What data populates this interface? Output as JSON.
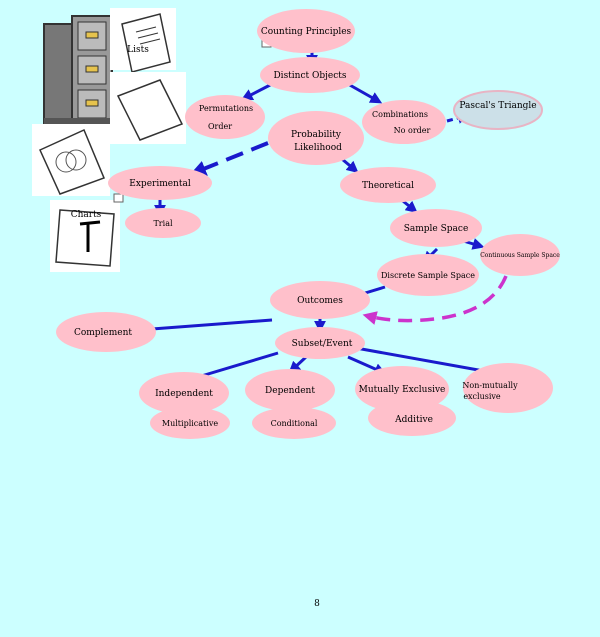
{
  "nodes": {
    "counting_principles": "Counting Principles",
    "lists": "Lists",
    "distinct_objects": "Distinct Objects",
    "permutations": "Permutations",
    "order": "Order",
    "combinations": "Combinations",
    "no_order": "No order",
    "pascals_triangle": "Pascal's Triangle",
    "probability_line1": "Probability",
    "probability_line2": "Likelihood",
    "experimental": "Experimental",
    "theoretical": "Theoretical",
    "charts": "Charts",
    "trial": "Trial",
    "sample_space": "Sample Space",
    "continuous_sample_space": "Continuous Sample Space",
    "discrete_sample_space": "Discrete Sample Space",
    "outcomes": "Outcomes",
    "complement": "Complement",
    "subset_event": "Subset/Event",
    "independent": "Independent",
    "dependent": "Dependent",
    "mutually_exclusive": "Mutually Exclusive",
    "non_mutually_exclusive_line1": "Non-mutually",
    "non_mutually_exclusive_line2": "exclusive",
    "multiplicative": "Multiplicative",
    "conditional": "Conditional",
    "additive": "Additive"
  },
  "page_number": "8",
  "colors": {
    "background": "#ccffff",
    "node_fill": "#ffc0cb",
    "pascal_fill": "#cce0e8",
    "arrow_blue": "#1a1acc",
    "arrow_magenta": "#cc33cc"
  }
}
